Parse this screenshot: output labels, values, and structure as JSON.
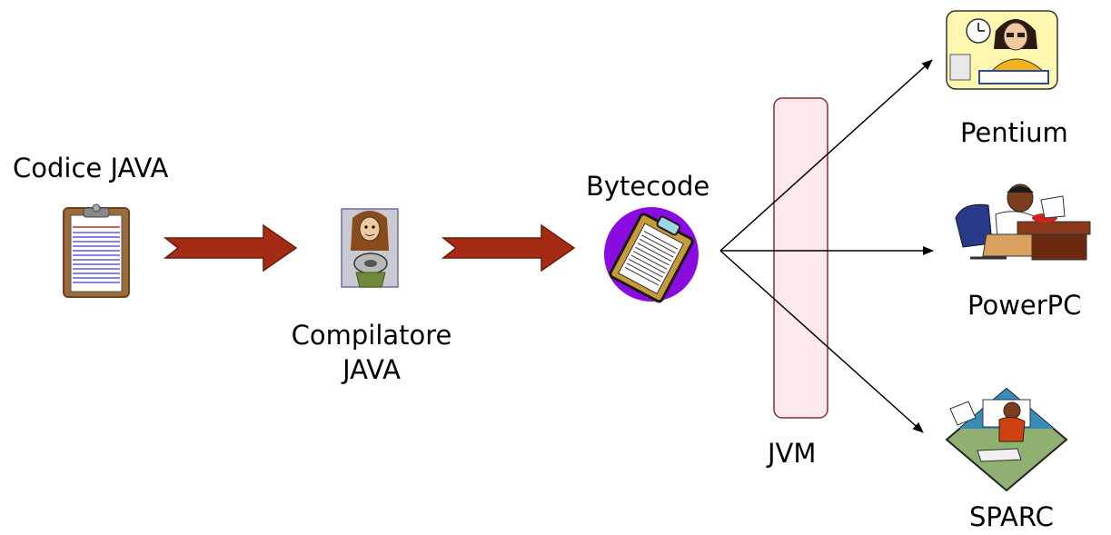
{
  "nodes": {
    "source_code": {
      "label": "Codice JAVA",
      "icon": "clipboard-icon"
    },
    "compiler": {
      "label_line1": "Compilatore",
      "label_line2": "JAVA",
      "icon": "caveman-icon"
    },
    "bytecode": {
      "label": "Bytecode",
      "icon": "clipboard-badge-icon"
    },
    "jvm": {
      "label": "JVM"
    },
    "targets": [
      {
        "label": "Pentium",
        "icon": "office-worker-icon"
      },
      {
        "label": "PowerPC",
        "icon": "businessman-phone-icon"
      },
      {
        "label": "SPARC",
        "icon": "office-desk-icon"
      }
    ]
  },
  "colors": {
    "flow_arrow": "#a52b14",
    "jvm_fill": "#fde8ea",
    "jvm_stroke": "#8a2a34",
    "bytecode_badge": "#8a0ce0",
    "text": "#000000"
  }
}
